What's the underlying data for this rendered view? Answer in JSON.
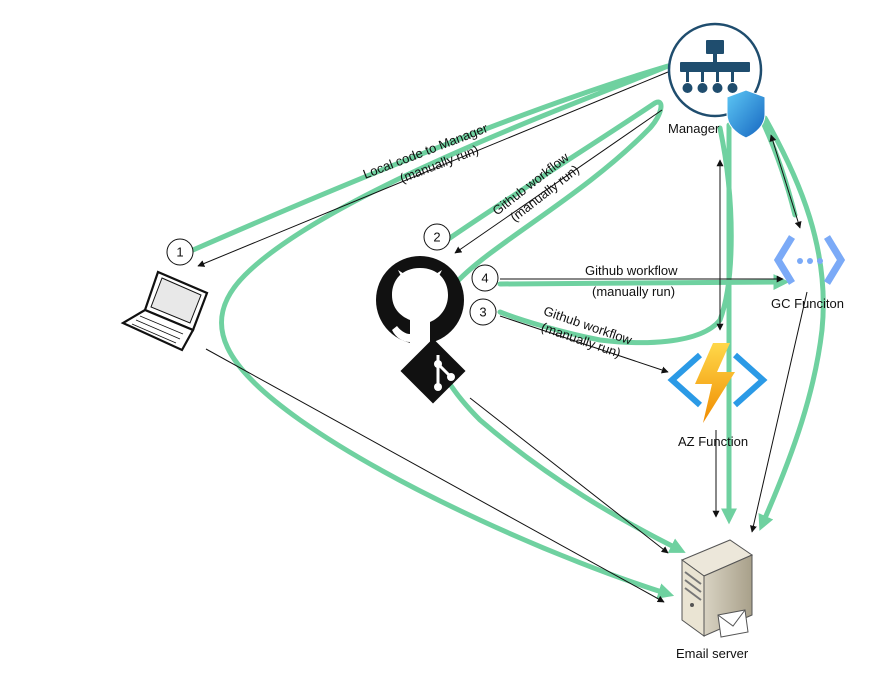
{
  "nodes": {
    "manager": "Manager",
    "gc_function": "GC Funciton",
    "az_function": "AZ Function",
    "email_server": "Email server"
  },
  "edges": {
    "local_to_manager_line1": "Local code to Manager",
    "local_to_manager_line2": "(manually run)",
    "github_to_manager_line1": "Github workflow",
    "github_to_manager_line2": "(manually run)",
    "github_to_gc_line1": "Github workflow",
    "github_to_gc_line2": "(manually run)",
    "github_to_az_line1": "Github workflow",
    "github_to_az_line2": "(manually run)"
  },
  "steps": [
    "1",
    "2",
    "3",
    "4"
  ],
  "colors": {
    "flow_highlight": "#6fd1a0",
    "manager_icon": "#1f4d6e",
    "azure_function": "#f5b400",
    "azure_blue": "#2b9ae6",
    "gcp_blue": "#7baaf7"
  },
  "icons": {
    "laptop": "laptop-icon",
    "github": "github-icon",
    "git": "git-icon",
    "manager": "org-chart-icon",
    "shield": "shield-icon",
    "gc": "gc-function-icon",
    "az": "az-function-icon",
    "server": "email-server-icon"
  }
}
